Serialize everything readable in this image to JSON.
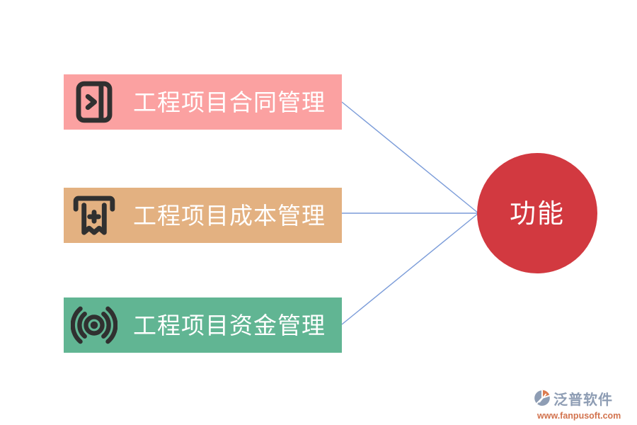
{
  "diagram": {
    "nodes": [
      {
        "label": "工程项目合同管理",
        "color": "#FBA1A1",
        "icon": "door-enter-icon"
      },
      {
        "label": "工程项目成本管理",
        "color": "#E3B181",
        "icon": "receipt-icon"
      },
      {
        "label": "工程项目资金管理",
        "color": "#61B593",
        "icon": "broadcast-icon"
      }
    ],
    "hub": {
      "label": "功能",
      "color": "#D23940"
    },
    "connector_color": "#7B9CD9",
    "node_text_color": "#FFFFFF",
    "icon_color": "#303030"
  },
  "watermark": {
    "brand": "泛普软件",
    "url": "www.fanpusoft.com",
    "brand_color": "#8E9DB4",
    "url_color": "#D2734E"
  }
}
